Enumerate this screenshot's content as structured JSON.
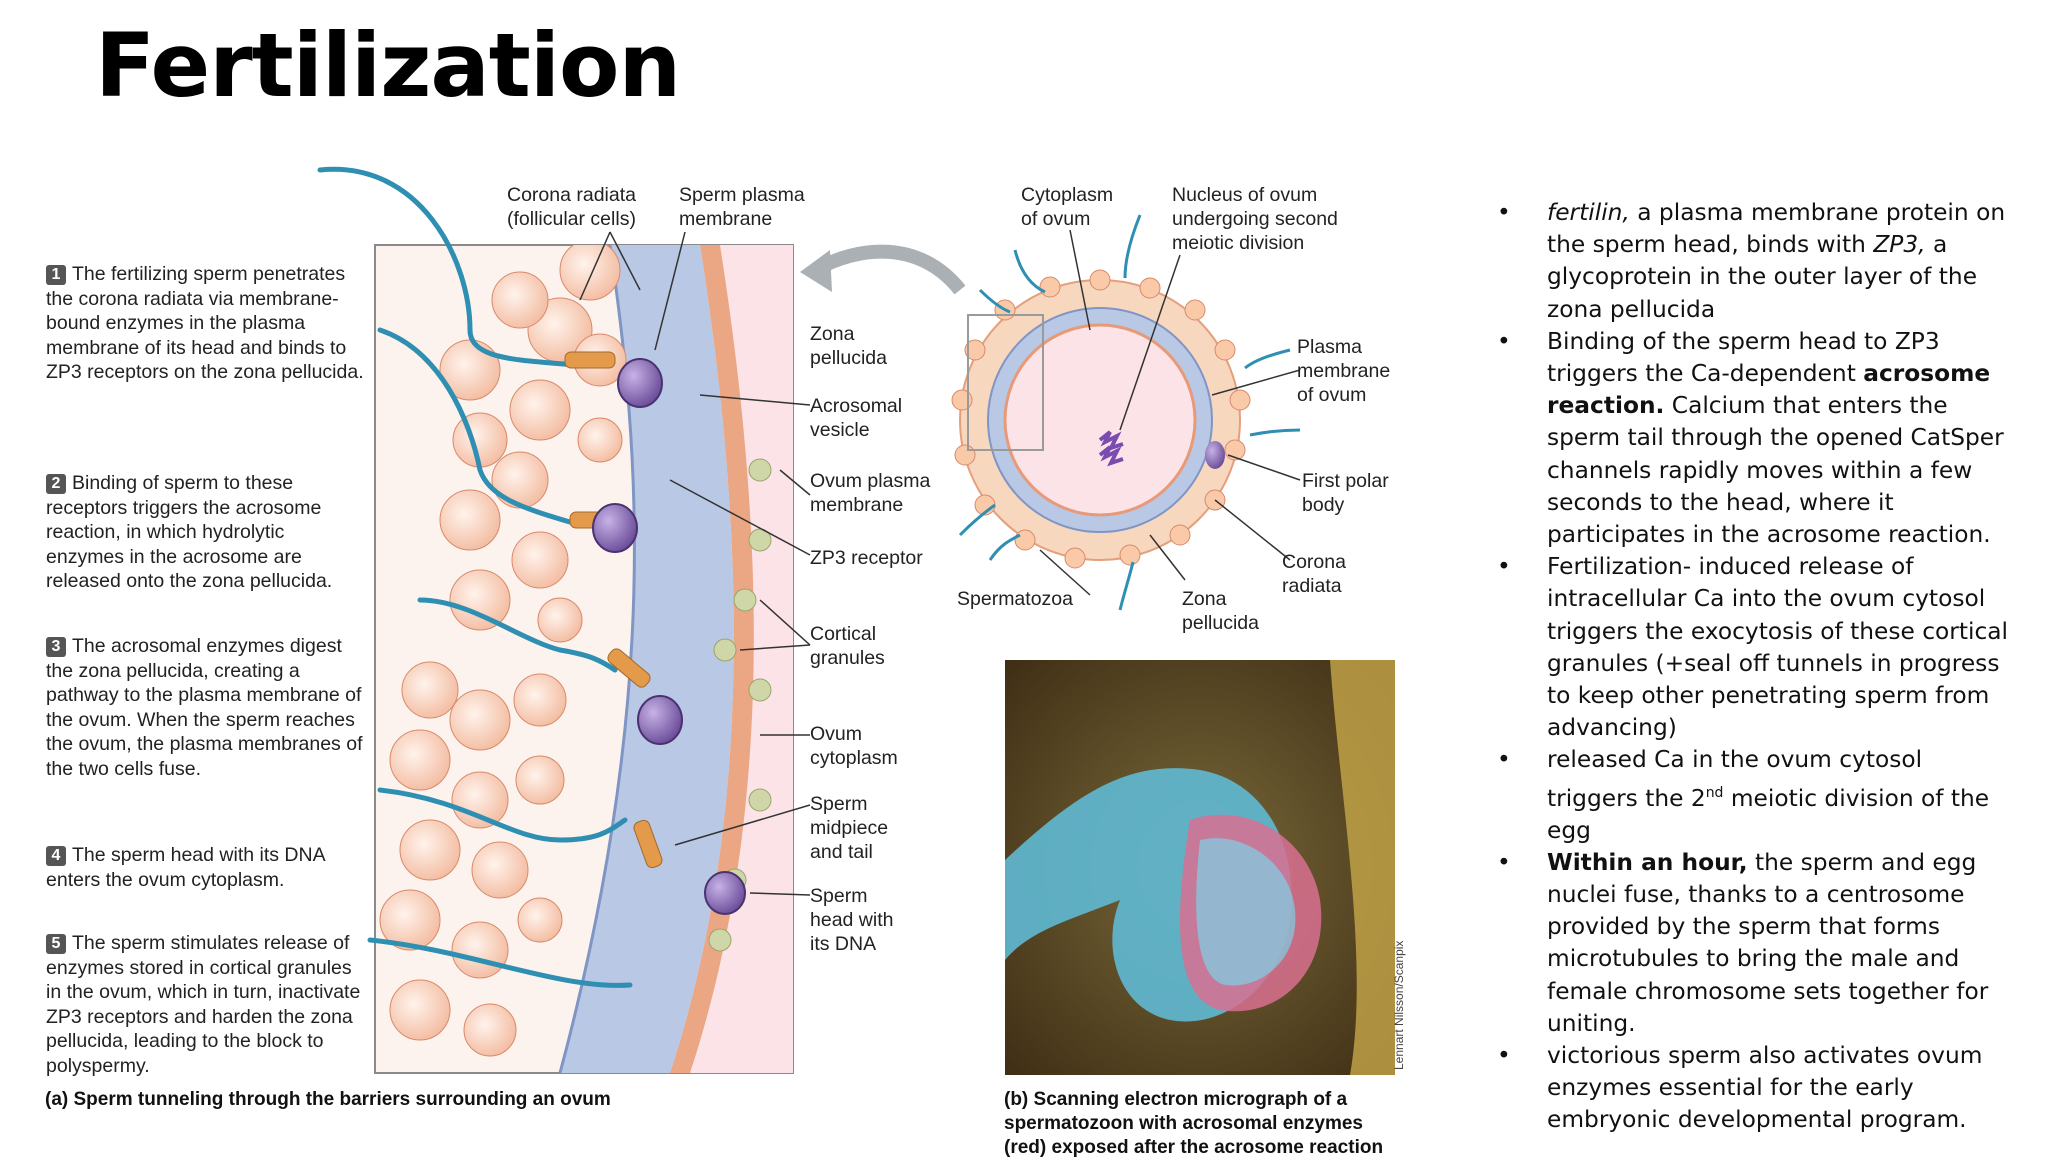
{
  "title": "Fertilization",
  "steps": [
    {
      "num": "1",
      "text": "The fertilizing sperm penetrates the corona radiata via membrane-bound enzymes in the plasma membrane of its head and binds to ZP3 receptors on the zona pellucida."
    },
    {
      "num": "2",
      "text": "Binding of sperm to these receptors triggers the acrosome reaction, in which hydrolytic enzymes in the acrosome are released onto the zona pellucida."
    },
    {
      "num": "3",
      "text": "The acrosomal enzymes digest the zona pellucida, creating a pathway to the plasma membrane of the ovum. When the sperm reaches the ovum, the plasma membranes of the two cells fuse."
    },
    {
      "num": "4",
      "text": "The sperm head with its DNA enters the ovum cytoplasm."
    },
    {
      "num": "5",
      "text": "The sperm stimulates release of enzymes stored in cortical granules in the ovum, which in turn, inactivate ZP3 receptors and harden the zona pellucida, leading to the block to polyspermy."
    }
  ],
  "labels": {
    "corona_radiata": "Corona radiata\n(follicular cells)",
    "sperm_plasma_membrane": "Sperm plasma\nmembrane",
    "zona_pellucida": "Zona\npellucida",
    "acrosomal_vesicle": "Acrosomal\nvesicle",
    "ovum_plasma_membrane": "Ovum plasma\nmembrane",
    "zp3_receptor": "ZP3 receptor",
    "cortical_granules": "Cortical\ngranules",
    "ovum_cytoplasm": "Ovum\ncytoplasm",
    "sperm_midpiece": "Sperm\nmidpiece\nand tail",
    "sperm_head": "Sperm\nhead with\nits DNA",
    "cytoplasm_of_ovum": "Cytoplasm\nof ovum",
    "nucleus_of_ovum": "Nucleus of ovum\nundergoing second\nmeiotic division",
    "plasma_membrane_of_ovum": "Plasma\nmembrane\nof ovum",
    "first_polar_body": "First polar\nbody",
    "corona_radiata_b": "Corona\nradiata",
    "zona_pellucida_b": "Zona\npellucida",
    "spermatozoa": "Spermatozoa"
  },
  "caption_a": "(a)  Sperm tunneling through the barriers surrounding an ovum",
  "caption_b": "(b)  Scanning electron micrograph of a spermatozoon with acrosomal enzymes (red) exposed after the acrosome reaction",
  "credit": "Lennart Nilsson/Scanpix",
  "bullets": [
    {
      "italic_lead": "fertilin,",
      "text_1": " a plasma membrane protein on the sperm head, binds with ",
      "italic_mid": "ZP3,",
      "text_2": " a glycoprotein in the outer layer of the zona pellucida"
    },
    {
      "text_1": "Binding of the sperm head to ZP3 triggers the Ca-dependent ",
      "bold": "acrosome reaction.",
      "text_2": " Calcium that enters the sperm tail through the opened CatSper channels rapidly moves within a few seconds to the head, where it participates in the acrosome reaction."
    },
    {
      "text_1": "Fertilization- induced release of intracellular Ca into the ovum cytosol triggers the exocytosis of these cortical granules (+seal off tunnels in progress to keep other penetrating sperm from advancing)"
    },
    {
      "text_1": "released Ca in the ovum cytosol triggers the 2",
      "sup": "nd",
      "text_2": "  meiotic division of the egg"
    },
    {
      "bold": "Within an hour,",
      "text_2": " the sperm and egg nuclei fuse, thanks to a centrosome provided by the sperm that forms microtubules to bring the male and female chromosome sets together for uniting."
    },
    {
      "text_1": "victorious sperm also activates ovum enzymes essential for the early embryonic developmental program."
    }
  ],
  "colors": {
    "follicular_cell": "#f6c9b0",
    "zona": "#b7c6e2",
    "ovum_membrane": "#e8a07c",
    "cytoplasm": "#fbe3e8",
    "sperm_tail": "#2f8fb3",
    "sperm_head": "#8b6bb3"
  }
}
